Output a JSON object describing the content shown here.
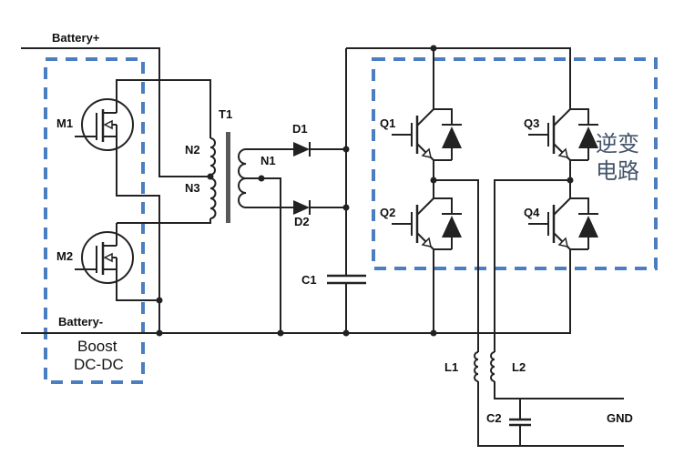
{
  "colors": {
    "wire": "#222222",
    "dashed_box": "#4a7ec1",
    "label": "#111111",
    "section_label": "#44546a",
    "core": "#595959",
    "background": "#ffffff"
  },
  "labels": {
    "battery_plus": "Battery+",
    "battery_minus": "Battery-",
    "boost_line1": "Boost",
    "boost_line2": "DC-DC",
    "inverter_line1": "逆变",
    "inverter_line2": "电路",
    "mosfet1": "M1",
    "mosfet2": "M2",
    "transformer": "T1",
    "winding_primary_top": "N2",
    "winding_primary_bottom": "N3",
    "winding_secondary": "N1",
    "diode1": "D1",
    "diode2": "D2",
    "cap_dclink": "C1",
    "cap_output": "C2",
    "igbt1": "Q1",
    "igbt2": "Q2",
    "igbt3": "Q3",
    "igbt4": "Q4",
    "inductor1": "L1",
    "inductor2": "L2",
    "ground": "GND"
  }
}
